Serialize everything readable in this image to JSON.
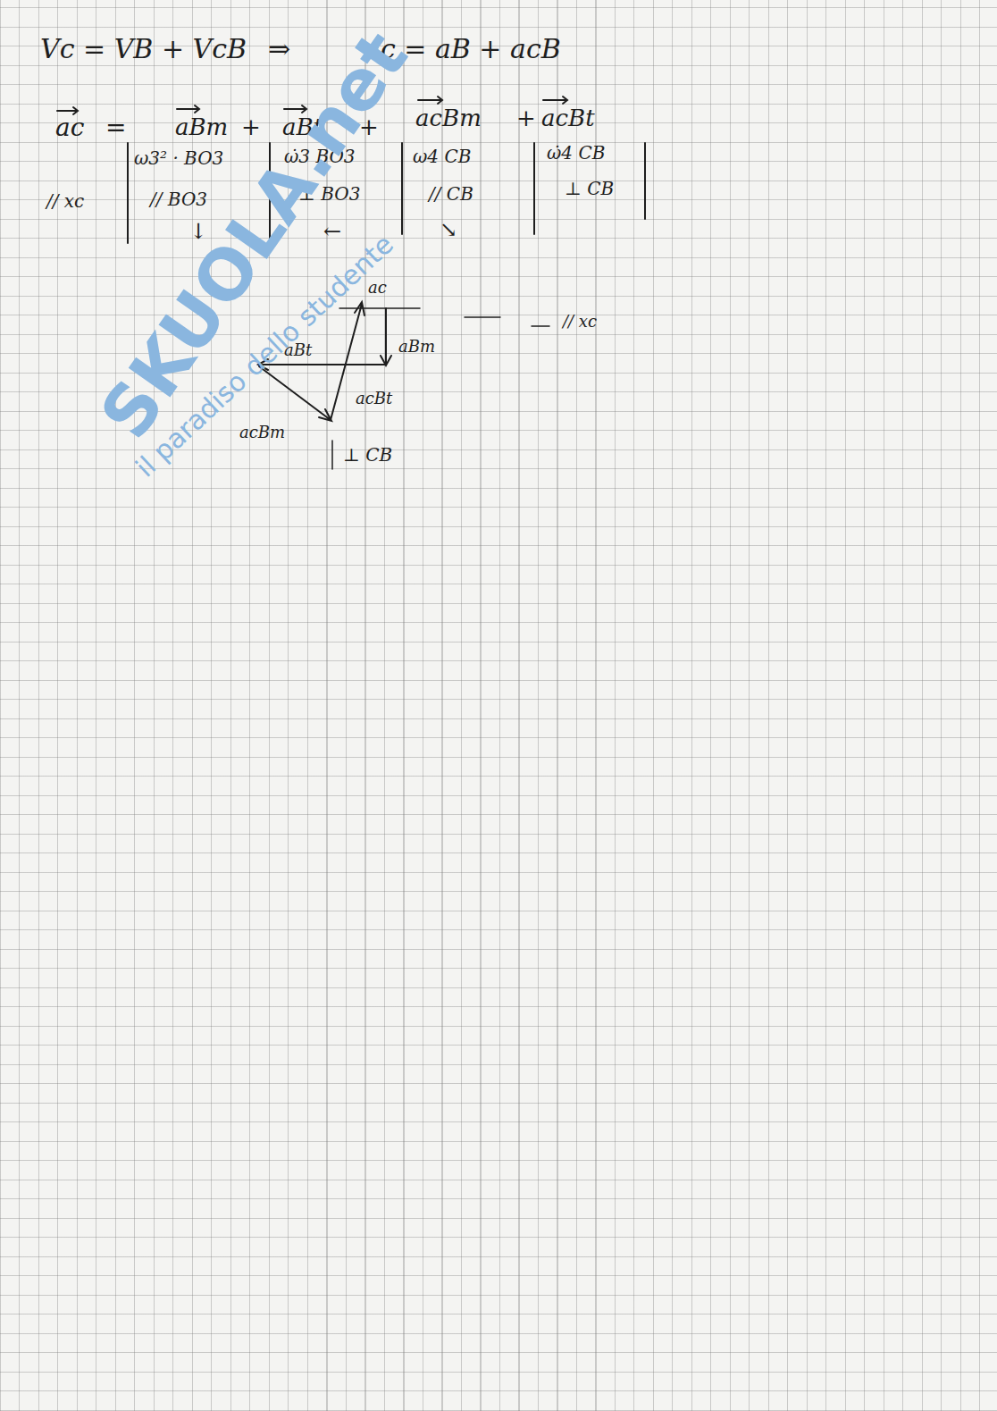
{
  "diagram": {
    "labels": [
      "Vc = VB + VcB",
      "⇒",
      "ac = aB + acB",
      "ac",
      "=",
      "aBm",
      "+",
      "aBt",
      "+",
      "acBm",
      "+",
      "acBt",
      "// xc",
      "ω3² · BO3",
      "// BO3",
      "↓",
      "ω̇3 BO3",
      "⊥ BO3",
      "←",
      "ω4 CB",
      "// CB",
      "↘",
      "ω̇4 CB",
      "⊥ CB",
      "ac",
      "// xc",
      "aBm",
      "aBt",
      "acBt",
      "acBm",
      "⊥ CB",
      "SKUOLA.net",
      "il paradiso dello studente"
    ]
  }
}
